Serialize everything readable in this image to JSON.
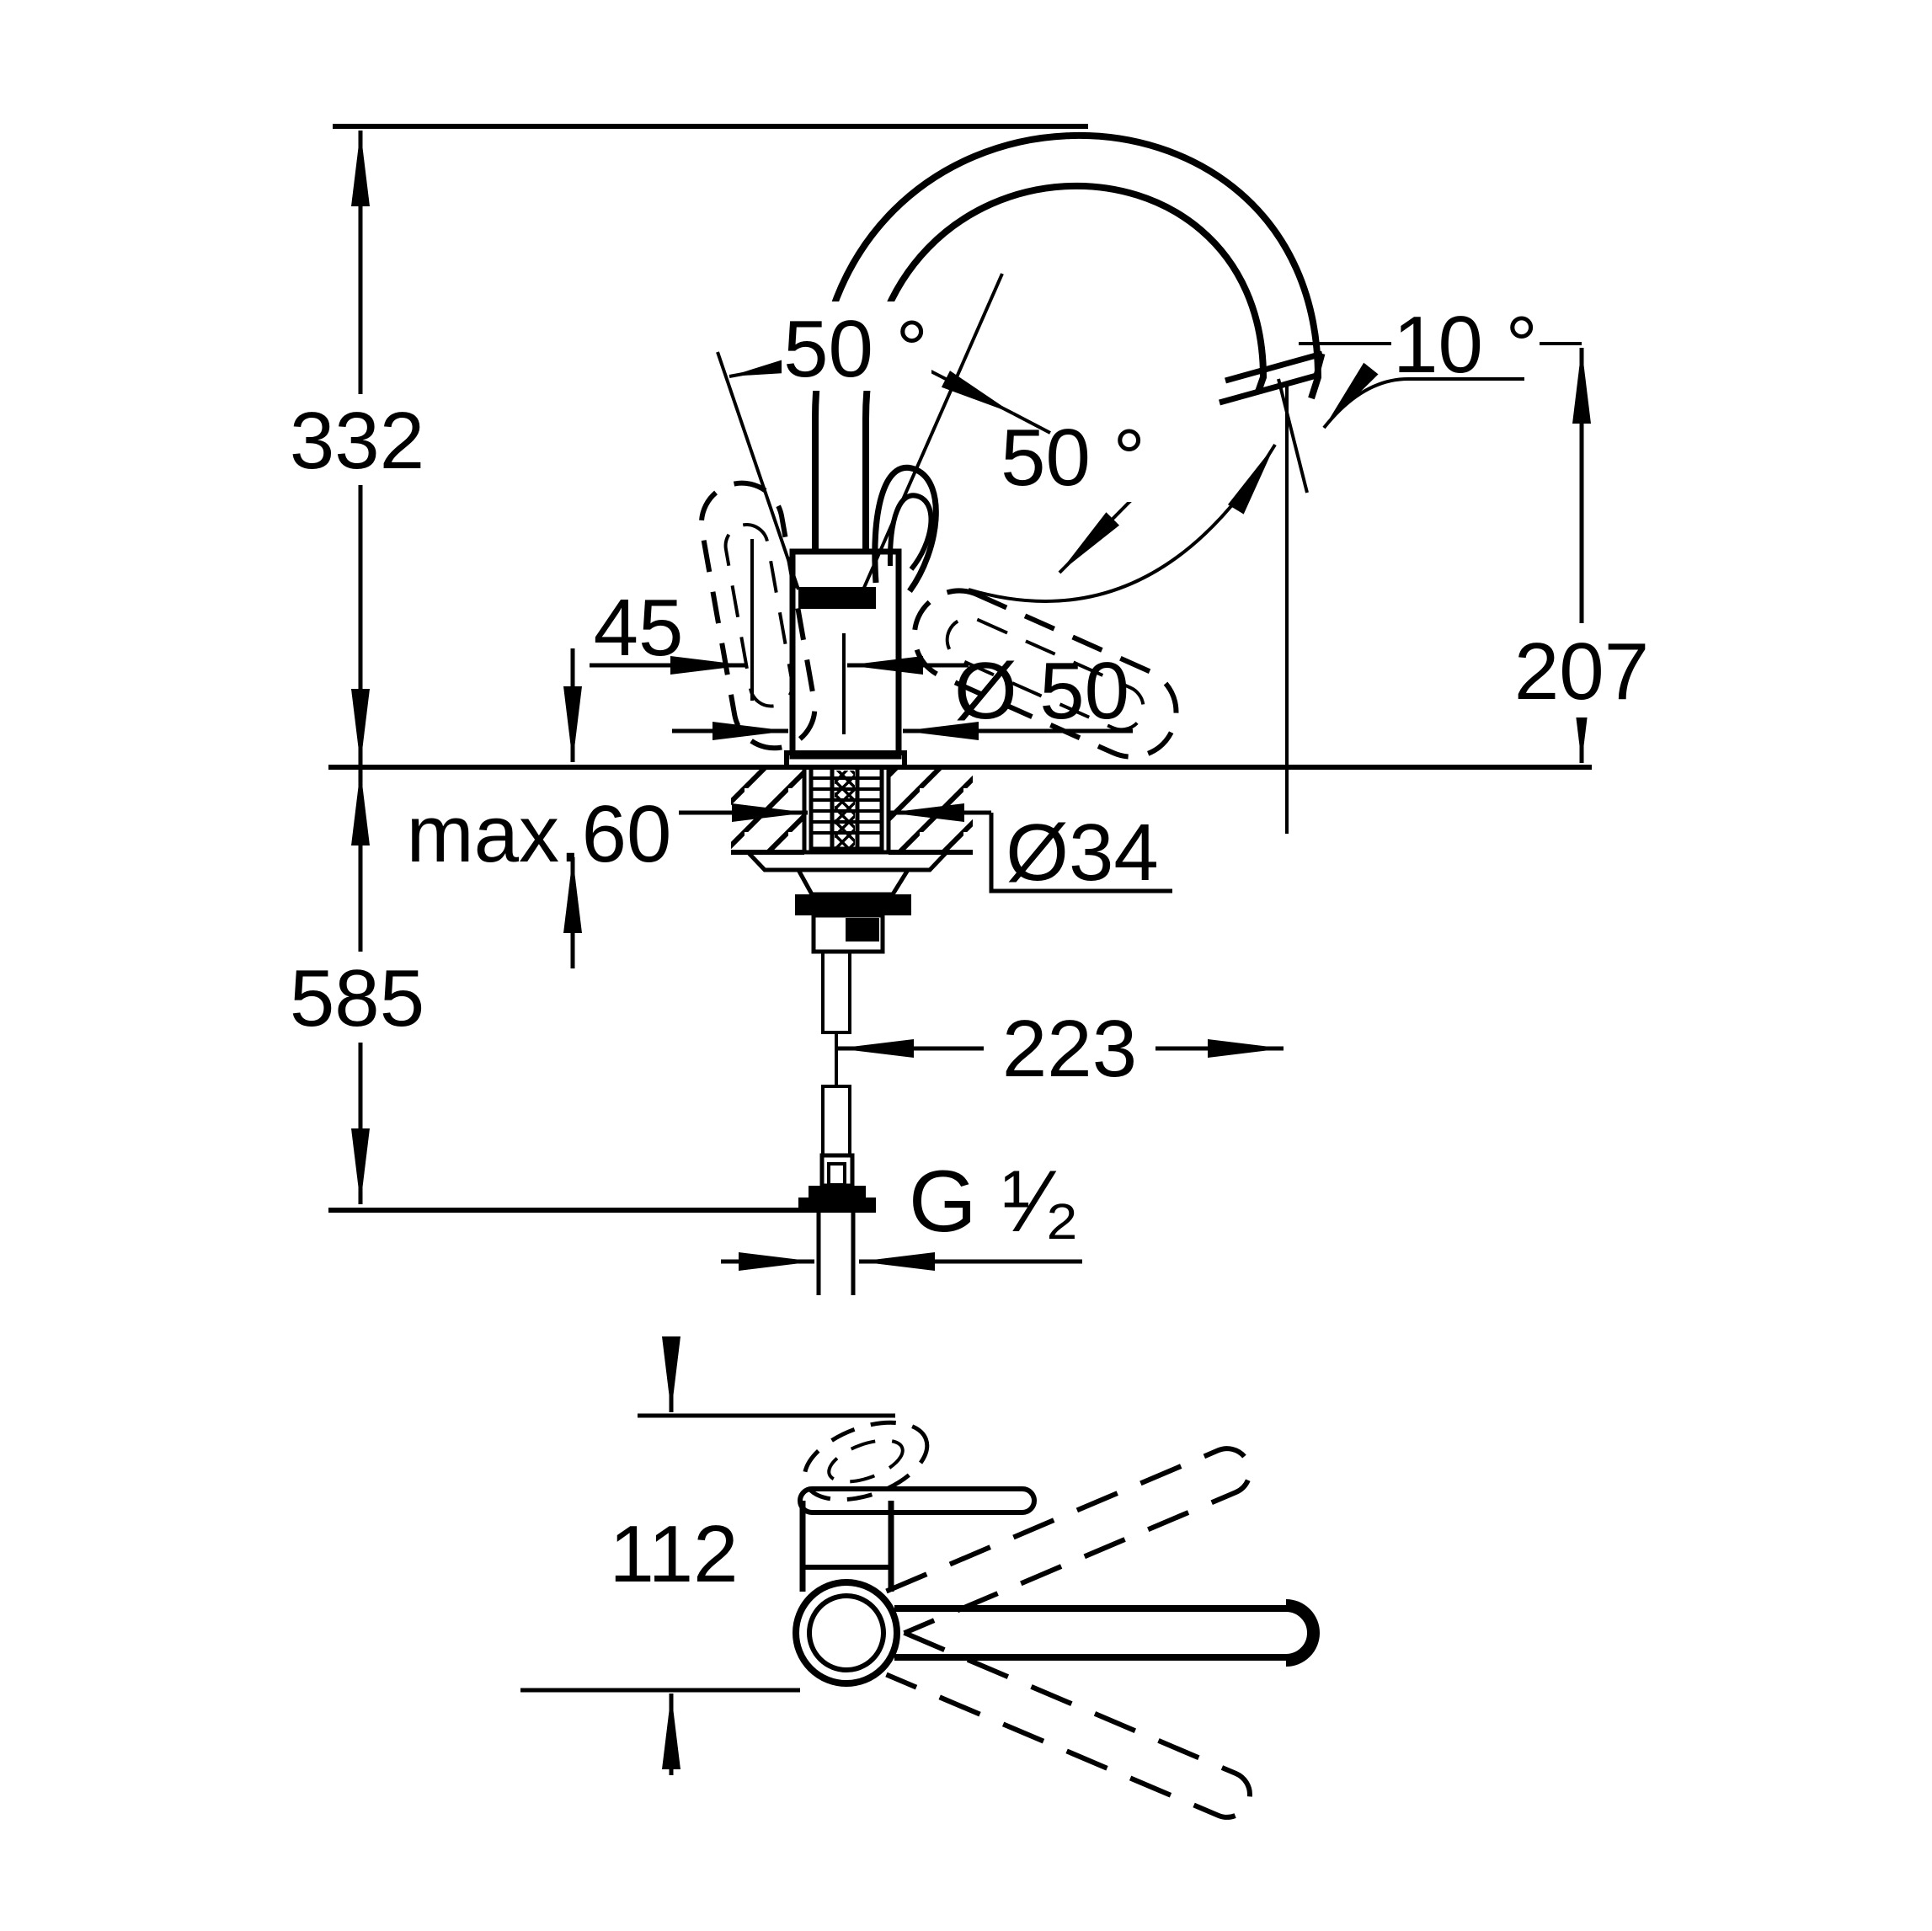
{
  "drawing": {
    "kind": "faucet-installation-dimension-drawing",
    "colors": {
      "ink": "#000000",
      "paper": "#ffffff"
    },
    "labels": {
      "total_height": "332",
      "height_below_top": "585",
      "spout_outlet_height": "207",
      "handle_clearance": "45",
      "body_diameter": "Ø 50",
      "max_deck_thickness": "max.60",
      "hole_diameter": "Ø34",
      "spout_reach": "223",
      "thread_size": "G ¹⁄₂",
      "top_view_depth": "112",
      "handle_angle": "50 °",
      "handle_open_angle": "50 °",
      "spout_end_angle": "10 °"
    }
  }
}
